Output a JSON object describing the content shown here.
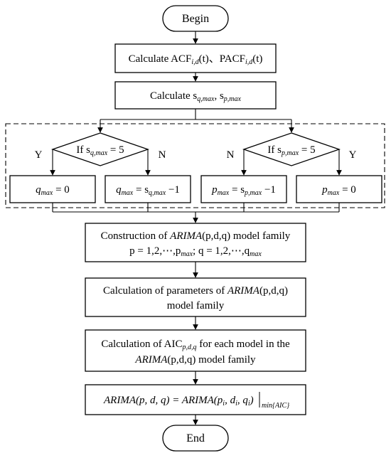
{
  "begin": "Begin",
  "end": "End",
  "step_acf": {
    "prefix": "Calculate ACF",
    "acf_sub": "i,d",
    "mid": "(t)、PACF",
    "pacf_sub": "i,d",
    "suffix": "(t)",
    "t_var": "t"
  },
  "step_s": {
    "prefix": "Calculate s",
    "sub1": "q,max",
    "mid": ", s",
    "sub2": "p,max"
  },
  "decision_q": {
    "prefix": "If s",
    "sub": "q,max",
    "suffix": " = 5",
    "yes": "Y",
    "no": "N"
  },
  "decision_p": {
    "prefix": "If s",
    "sub": "p,max",
    "suffix": " = 5",
    "yes": "Y",
    "no": "N"
  },
  "box_qzero": {
    "var": "q",
    "sub": "max",
    "rest": " = 0"
  },
  "box_qminus": {
    "var": "q",
    "sub": "max",
    "mid": " = s",
    "sub2": "q,max",
    "rest": " −1"
  },
  "box_pminus": {
    "var": "p",
    "sub": "max",
    "mid": " = s",
    "sub2": "p,max",
    "rest": " −1"
  },
  "box_pzero": {
    "var": "p",
    "sub": "max",
    "rest": " = 0"
  },
  "step_family": {
    "line1_prefix": "Construction of ",
    "model": "ARIMA",
    "args": "(p,d,q)",
    "line1_suffix": " model family",
    "line2": "p = 1,2,⋯,p",
    "line2_sub1": "max",
    "line2_mid": "; q = 1,2,⋯,q",
    "line2_sub2": "max"
  },
  "step_params": {
    "line1_prefix": "Calculation of parameters of ",
    "model": "ARIMA",
    "args": "(p,d,q)",
    "line2": "model family"
  },
  "step_aic": {
    "line1_prefix": "Calculation of AIC",
    "aic_sub": "p,d,q",
    "line1_suffix": " for each model in the",
    "model": "ARIMA",
    "args": "(p,d,q)",
    "line2_suffix": " model family"
  },
  "step_formula": {
    "lhs": "ARIMA(p, d, q) = ARIMA(p",
    "i1": "i",
    "c1": ", d",
    "i2": "i",
    "c2": ", q",
    "i3": "i",
    "close": ")",
    "min": "min{AIC}"
  }
}
